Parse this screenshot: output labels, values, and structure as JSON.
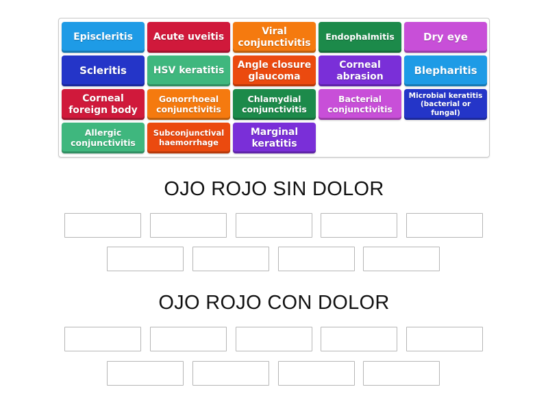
{
  "tiles": [
    {
      "label": "Episcleritis",
      "color": "#1e9be6"
    },
    {
      "label": "Acute uveitis",
      "color": "#d0193b"
    },
    {
      "label": "Viral\nconjunctivitis",
      "color": "#f57a0f"
    },
    {
      "label": "Endophalmitis",
      "color": "#1c8a4a"
    },
    {
      "label": "Dry eye",
      "color": "#c84fd8"
    },
    {
      "label": "Scleritis",
      "color": "#2435c8"
    },
    {
      "label": "HSV keratitis",
      "color": "#3fb77e"
    },
    {
      "label": "Angle closure\nglaucoma",
      "color": "#eb4a0f"
    },
    {
      "label": "Corneal\nabrasion",
      "color": "#7a2fd8"
    },
    {
      "label": "Blepharitis",
      "color": "#1e9be6"
    },
    {
      "label": "Corneal\nforeign body",
      "color": "#d0193b"
    },
    {
      "label": "Gonorrhoeal\nconjunctivitis",
      "color": "#f57a0f"
    },
    {
      "label": "Chlamydial\nconjunctivitis",
      "color": "#1c8a4a"
    },
    {
      "label": "Bacterial\nconjunctivitis",
      "color": "#c84fd8"
    },
    {
      "label": "Microbial keratitis\n(bacterial or fungal)",
      "color": "#2435c8"
    },
    {
      "label": "Allergic\nconjunctivitis",
      "color": "#3fb77e"
    },
    {
      "label": "Subconjunctival\nhaemorrhage",
      "color": "#eb4a0f"
    },
    {
      "label": "Marginal\nkeratitis",
      "color": "#7a2fd8"
    }
  ],
  "groups": [
    {
      "title": "OJO ROJO SIN DOLOR",
      "slot_count": 9
    },
    {
      "title": "OJO ROJO CON DOLOR",
      "slot_count": 9
    }
  ]
}
